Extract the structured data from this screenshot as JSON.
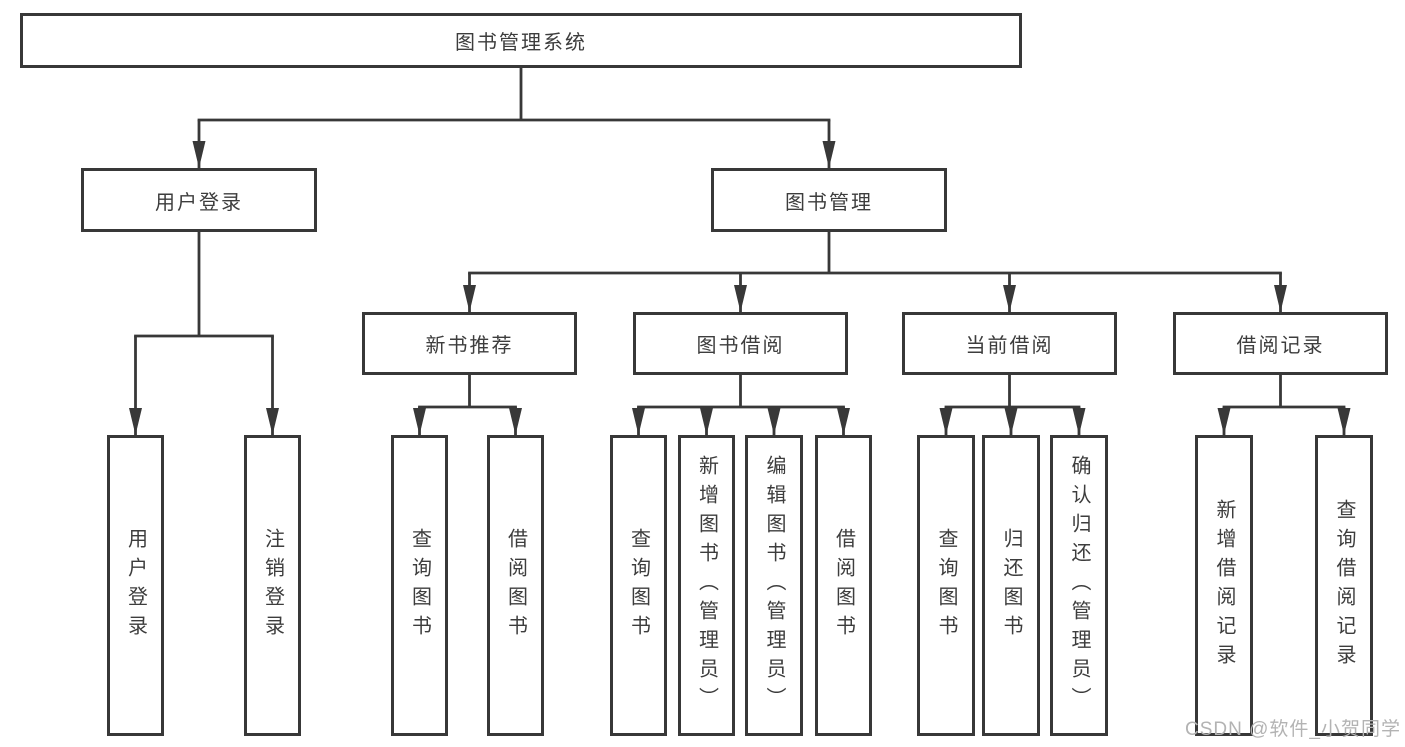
{
  "nodes": {
    "root": "图书管理系统",
    "level2": [
      "用户登录",
      "图书管理"
    ],
    "level3": [
      "新书推荐",
      "图书借阅",
      "当前借阅",
      "借阅记录"
    ],
    "leaves": {
      "login": [
        "用户登录",
        "注销登录"
      ],
      "recommend": [
        "查询图书",
        "借阅图书"
      ],
      "borrow": [
        "查询图书",
        "新增图书（管理员）",
        "编辑图书（管理员）",
        "借阅图书"
      ],
      "current": [
        "查询图书",
        "归还图书",
        "确认归还（管理员）"
      ],
      "records": [
        "新增借阅记录",
        "查询借阅记录"
      ]
    }
  },
  "watermark": {
    "text": "CSDN @软件_小贺同学",
    "color": "#b3b3b3"
  },
  "colors": {
    "line": "#383838",
    "text": "#3d3d3d",
    "background": "#ffffff"
  }
}
